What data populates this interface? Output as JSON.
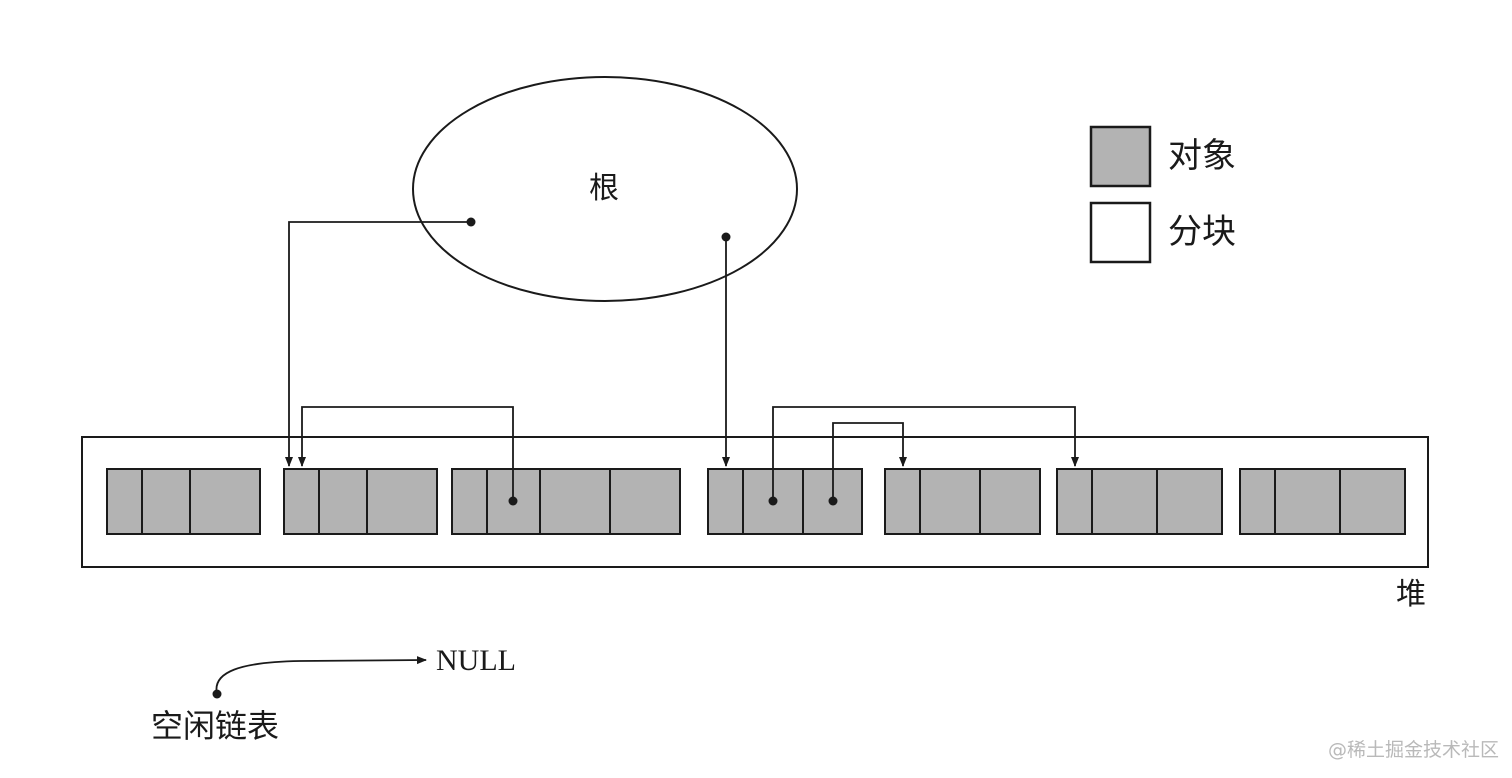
{
  "labels": {
    "root": "根",
    "legend_object": "对象",
    "legend_chunk": "分块",
    "heap": "堆",
    "null": "NULL",
    "free_list": "空闲链表"
  },
  "watermark": "@稀土掘金技术社区",
  "colors": {
    "object_fill": "#b3b3b3",
    "chunk_fill": "#ffffff",
    "stroke": "#1a1a1a"
  }
}
